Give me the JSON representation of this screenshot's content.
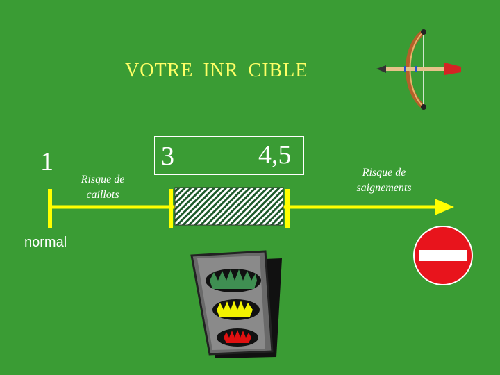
{
  "title": "VOTRE  INR  CIBLE",
  "scale": {
    "start_value": "1",
    "start_label": "normal",
    "target_min": "3",
    "target_max": "4,5"
  },
  "notes": {
    "clot_risk": "Risque de\ncaillots",
    "bleed_risk": "Risque de\nsaignements"
  },
  "colors": {
    "background": "#3a9c34",
    "axis": "#ffff00",
    "title": "#ffff66",
    "stop_sign": "#e8141c",
    "light_green": "#3f8f52",
    "light_yellow": "#f2f200",
    "light_red": "#e01010"
  },
  "icons": {
    "bow": "bow-and-arrow-icon",
    "stop": "no-entry-sign-icon",
    "traffic_light": "traffic-light-icon"
  }
}
